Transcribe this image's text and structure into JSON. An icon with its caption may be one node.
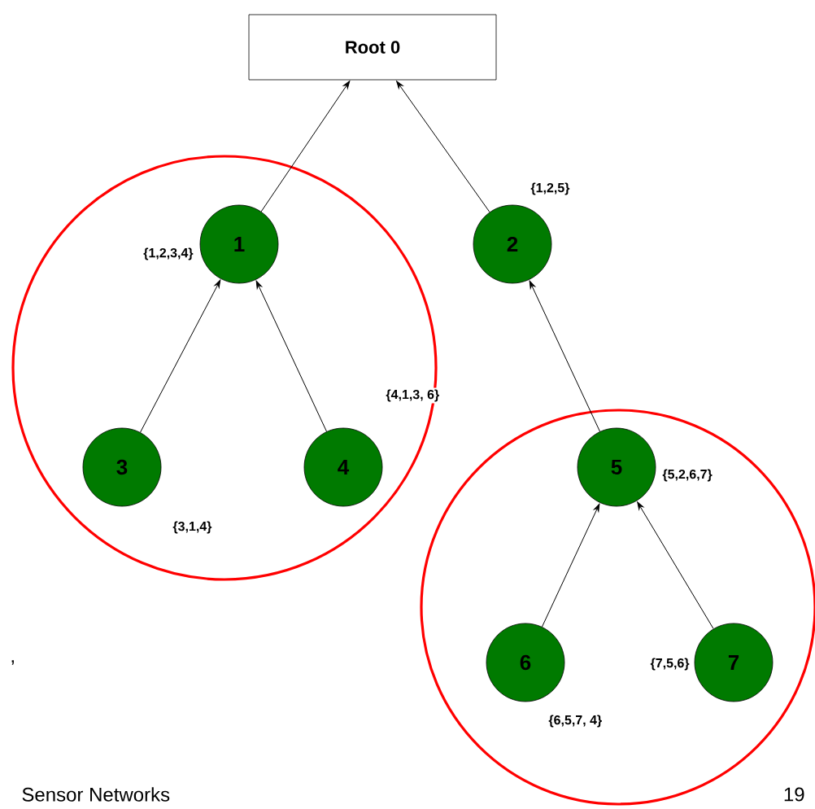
{
  "diagram": {
    "nodes": [
      {
        "text": [
          "Root 0"
        ]
      },
      {
        "text": [],
        "shape": "circle"
      },
      {
        "text": [
          "1"
        ],
        "in": 1,
        "beside": [
          "{1,2,3,4}"
        ]
      },
      {
        "text": [
          "2"
        ],
        "beside": [
          "{1,2,5}"
        ]
      },
      {
        "text": [
          "3"
        ],
        "in": 1,
        "beside": [
          "{3,1,4}"
        ]
      },
      {
        "text": [
          "4"
        ],
        "in": 1,
        "beside": [
          "{4,1,3, 6}"
        ]
      },
      {
        "text": [],
        "shape": "circle"
      },
      {
        "text": [
          "5"
        ],
        "in": 6,
        "beside": [
          "{5,2,6,7}"
        ]
      },
      {
        "text": [
          "6"
        ],
        "in": 6,
        "beside": [
          "{6,5,7, 4}"
        ]
      },
      {
        "text": [
          "7"
        ],
        "in": 6,
        "beside": [
          "{7,5,6}"
        ]
      }
    ],
    "edges": [
      {
        "from": 2,
        "to": 0,
        "arrow": "to"
      },
      {
        "from": 3,
        "to": 0,
        "arrow": "to"
      },
      {
        "from": 4,
        "to": 2,
        "arrow": "to"
      },
      {
        "from": 5,
        "to": 2,
        "arrow": "to"
      },
      {
        "from": 7,
        "to": 3,
        "arrow": "to"
      },
      {
        "from": 8,
        "to": 7,
        "arrow": "to"
      },
      {
        "from": 9,
        "to": 7,
        "arrow": "to"
      }
    ],
    "labels": [
      ",",
      "Sensor Networks",
      "19"
    ]
  }
}
